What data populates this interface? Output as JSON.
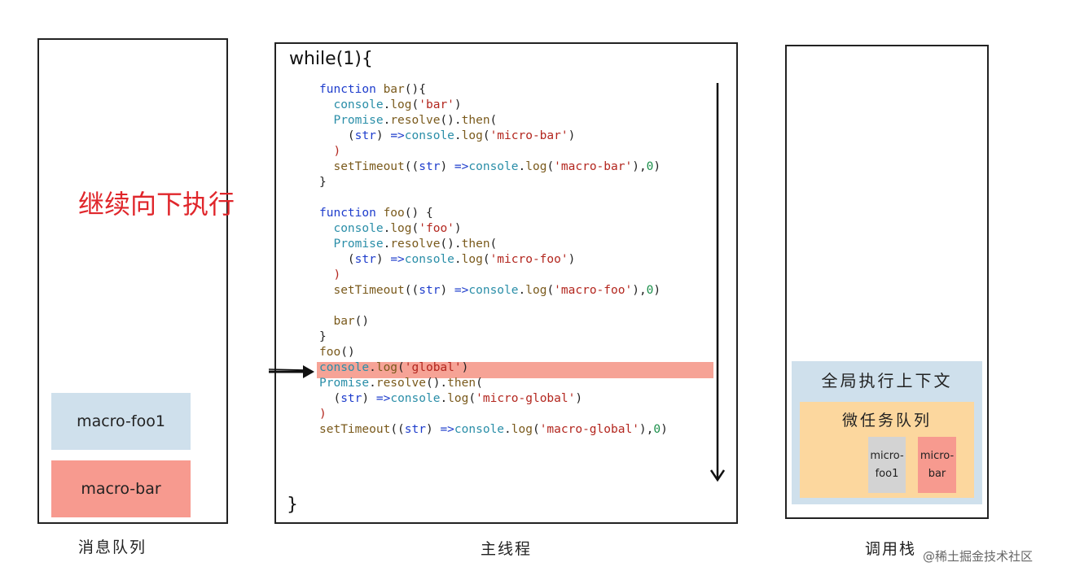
{
  "queue": {
    "caption": "消息队列",
    "note": "继续向下执行",
    "tasks": [
      "macro-foo1",
      "macro-bar"
    ]
  },
  "main_thread": {
    "caption": "主线程",
    "loop_head": "while(1){",
    "loop_close": "}",
    "current_line": "console.log('global')",
    "code_lines": [
      "    function bar(){",
      "      console.log('bar')",
      "      Promise.resolve().then(",
      "        (str) =>console.log('micro-bar')",
      "      )",
      "      setTimeout((str) =>console.log('macro-bar'),0)",
      "    }",
      "",
      "    function foo() {",
      "      console.log('foo')",
      "      Promise.resolve().then(",
      "        (str) =>console.log('micro-foo')",
      "      )",
      "      setTimeout((str) =>console.log('macro-foo'),0)",
      "",
      "      bar()",
      "    }",
      "    foo()",
      "    console.log('global')",
      "    Promise.resolve().then(",
      "      (str) =>console.log('micro-global')",
      "    )",
      "    setTimeout((str) =>console.log('macro-global'),0)"
    ]
  },
  "call_stack": {
    "caption": "调用栈",
    "context_title": "全局执行上下文",
    "microtask_title": "微任务队列",
    "microtasks": [
      "micro-foo1",
      "micro-bar"
    ]
  },
  "watermark": "@稀土掘金技术社区",
  "colors": {
    "note_red": "#e0262b",
    "light_blue": "#cfe0ec",
    "salmon": "#f79a8f",
    "highlight": "#f6a396",
    "orange": "#fcd79e",
    "gray": "#d3d3d3"
  }
}
